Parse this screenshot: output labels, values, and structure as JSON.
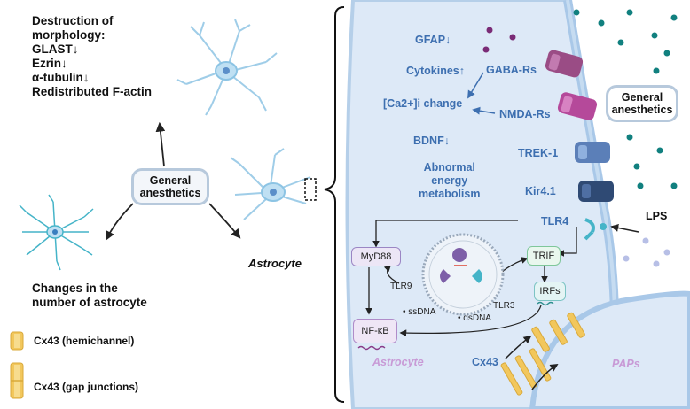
{
  "left": {
    "morphology_lines": [
      "Destruction of",
      "morphology:",
      "GLAST↓",
      "Ezrin↓",
      "α-tubulin↓",
      "Redistributed F-actin"
    ],
    "general_anesthetics": [
      "General",
      "anesthetics"
    ],
    "astrocyte_label": "Astrocyte",
    "changes_lines": [
      "Changes in the",
      "number of astrocyte"
    ]
  },
  "legend": {
    "hemichannel": "Cx43 (hemichannel)",
    "gap_junctions": "Cx43 (gap junctions)"
  },
  "cell": {
    "gfap": "GFAP↓",
    "cytokines": "Cytokines↑",
    "ca": "[Ca2+]i change",
    "bdnf": "BDNF↓",
    "energy": [
      "Abnormal",
      "energy",
      "metabolism"
    ],
    "gaba": "GABA-Rs",
    "nmda": "NMDA-Rs",
    "trek": "TREK-1",
    "kir": "Kir4.1",
    "tlr4": "TLR4",
    "lps": "LPS",
    "general_anesthetics": [
      "General",
      "anesthetics"
    ],
    "myd88": "MyD88",
    "trif": "TRIF",
    "irfs": "IRFs",
    "nfkb": "NF-κB",
    "tlr9": "TLR9",
    "tlr3": "TLR3",
    "ssdna": "• ssDNA",
    "dsdna": "• dsDNA",
    "astrocyte": "Astrocyte",
    "cx43": "Cx43",
    "paps": "PAPs"
  },
  "colors": {
    "cell_fill": "#dde9f7",
    "membrane": "#a9c8e8",
    "label_blue": "#3d6fb0",
    "astro_pink": "#c89ad6",
    "cx43_yellow": "#f2c75c"
  }
}
